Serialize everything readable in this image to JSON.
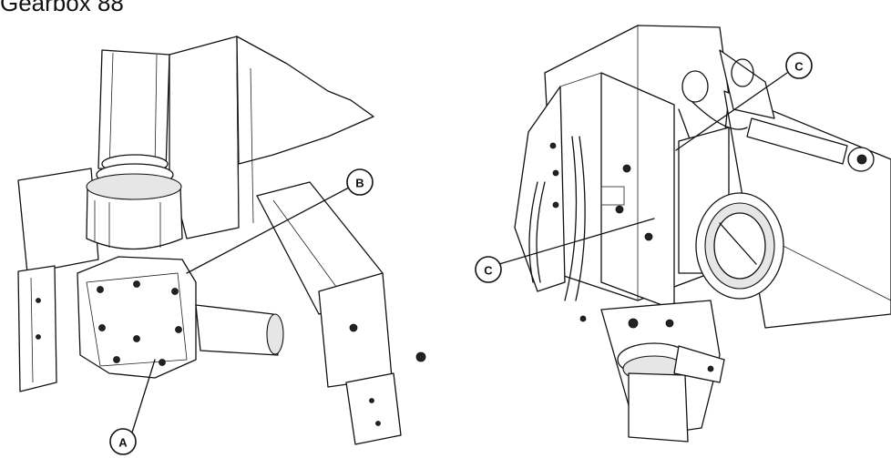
{
  "heading": "Gearbox 88",
  "callouts": {
    "a": "A",
    "b": "B",
    "c_top": "C",
    "c_left": "C"
  }
}
